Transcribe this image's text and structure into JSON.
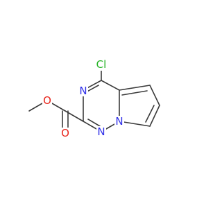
{
  "molecule": {
    "atoms": {
      "cl": {
        "label": "Cl"
      },
      "n_ring_top": {
        "label": "N"
      },
      "n_ring_bottom": {
        "label": "N"
      },
      "n_bridge": {
        "label": "N"
      },
      "o_carbonyl": {
        "label": "O"
      },
      "o_ester": {
        "label": "O"
      }
    },
    "colors": {
      "bond": "#3a3a3a",
      "nitrogen": "#3030e8",
      "oxygen": "#e8231a",
      "chlorine": "#22b222"
    }
  }
}
